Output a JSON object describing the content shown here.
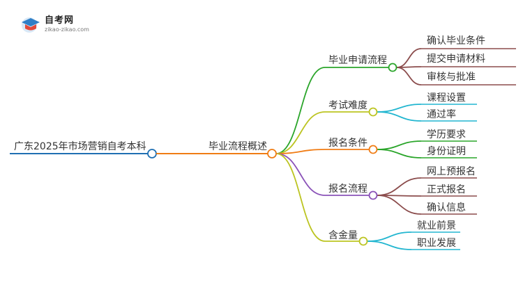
{
  "logo": {
    "name": "自考网",
    "url": "zikao-zikao.com"
  },
  "root": {
    "label": "广东2025年市场营销自考本科",
    "color": "#1f6fb2"
  },
  "center": {
    "label": "毕业流程概述",
    "color": "#f07c14"
  },
  "branches": [
    {
      "label": "毕业申请流程",
      "color": "#2aa52a",
      "child_color": "#8b4c4c",
      "children": [
        "确认毕业条件",
        "提交申请材料",
        "审核与批准"
      ]
    },
    {
      "label": "考试难度",
      "color": "#bcc421",
      "child_color": "#22b6d0",
      "children": [
        "课程设置",
        "通过率"
      ]
    },
    {
      "label": "报名条件",
      "color": "#f07c14",
      "child_color": "#2aa52a",
      "children": [
        "学历要求",
        "身份证明"
      ]
    },
    {
      "label": "报名流程",
      "color": "#8a52b8",
      "child_color": "#8b4c4c",
      "children": [
        "网上预报名",
        "正式报名",
        "确认信息"
      ]
    },
    {
      "label": "含金量",
      "color": "#bcc421",
      "child_color": "#22b6d0",
      "children": [
        "就业前景",
        "职业发展"
      ]
    }
  ]
}
